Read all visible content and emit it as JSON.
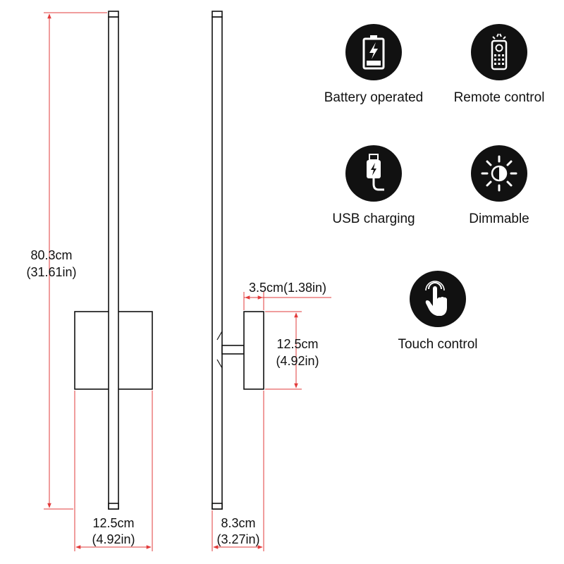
{
  "dimensions": {
    "height": {
      "cm": "80.3cm",
      "in": "(31.61in)"
    },
    "front_width": {
      "cm": "12.5cm",
      "in": "(4.92in)"
    },
    "side_depth": {
      "cm": "8.3cm",
      "in": "(3.27in)"
    },
    "mount_height": {
      "cm": "12.5cm",
      "in": "(4.92in)"
    },
    "mount_depth": {
      "text": "3.5cm(1.38in)"
    }
  },
  "features": [
    {
      "icon": "battery-icon",
      "label": "Battery operated"
    },
    {
      "icon": "remote-control-icon",
      "label": "Remote control"
    },
    {
      "icon": "usb-cable-icon",
      "label": "USB charging"
    },
    {
      "icon": "dimmable-sun-icon",
      "label": "Dimmable"
    },
    {
      "icon": "touch-hand-icon",
      "label": "Touch control"
    }
  ],
  "colors": {
    "dimension_line": "#e23b3b",
    "outline": "#111111",
    "badge": "#111111"
  }
}
